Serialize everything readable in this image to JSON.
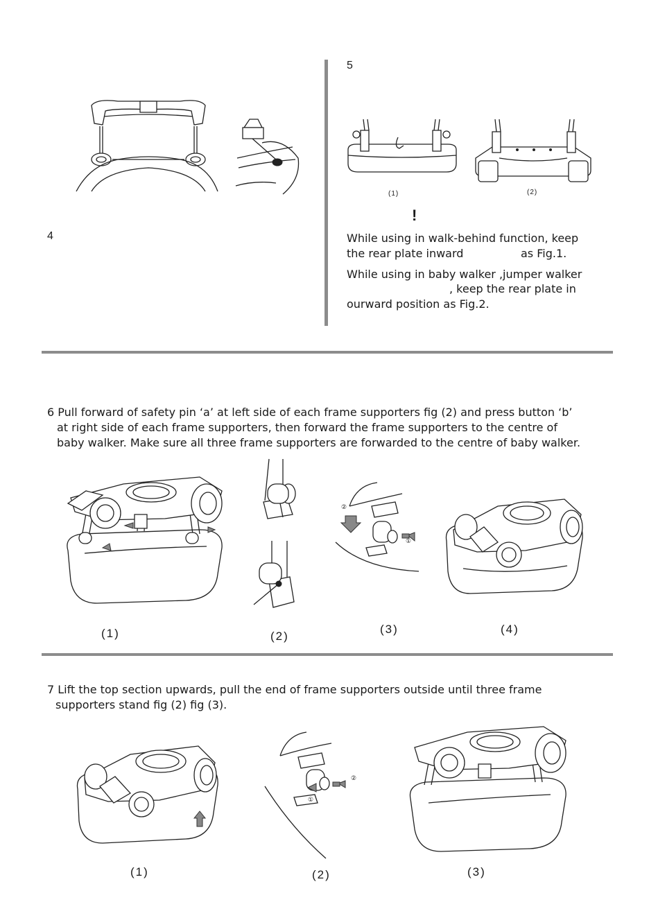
{
  "sections": {
    "s4": {
      "number": "4"
    },
    "s5": {
      "number": "5",
      "fig1_caption": "(1)",
      "fig2_caption": "(2)",
      "warning_mark": "!",
      "para1_line1": "While using in walk-behind function, keep",
      "para1_line2_a": "the rear plate inward",
      "para1_line2_b": "as Fig.1.",
      "para2_line1": "While using in baby walker ,jumper walker",
      "para2_line2": ", keep the rear plate in",
      "para2_line3": "ourward position as Fig.2."
    },
    "s6": {
      "line1": "6 Pull forward of safety pin ‘a’ at left side of each frame supporters fig (2) and press button ‘b’",
      "line2": "at right side of each frame supporters, then forward the frame supporters to the centre of",
      "line3": "baby walker. Make sure all three frame supporters are forwarded to the centre of baby walker.",
      "captions": [
        "(1)",
        "(2)",
        "(3)",
        "(4)"
      ],
      "step_markers": [
        "②",
        "①"
      ]
    },
    "s7": {
      "line1": "7 Lift the top section upwards, pull the end of frame supporters outside until three frame",
      "line2": "supporters stand fig (2) fig (3).",
      "captions": [
        "(1)",
        "(2)",
        "(3)"
      ],
      "step_markers": [
        "②",
        "①"
      ]
    }
  }
}
